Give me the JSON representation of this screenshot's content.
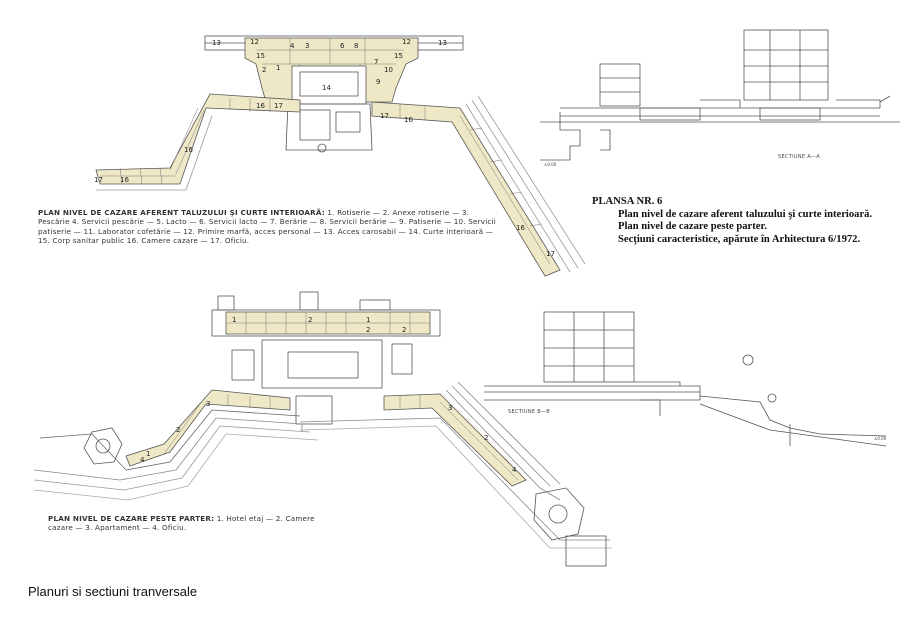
{
  "caption_top": {
    "title": "PLAN NIVEL DE CAZARE AFERENT TALUZULUI ŞI CURTE INTERIOARĂ:",
    "items_line": "1. Rotiserie — 2. Anexe rotiserie — 3. Pescărie 4. Servicii pescărie — 5. Lacto — 6. Servicii lacto — 7. Berărie — 8. Servicii berărie — 9. Patiserie — 10. Servicii patiserie — 11. Laborator cofetărie — 12. Primire marfă, acces personal — 13. Acces carosabil — 14. Curte interioară — 15. Corp sanitar public 16. Camere cazare — 17. Oficiu."
  },
  "caption_bottom": {
    "title": "PLAN NIVEL DE CAZARE PESTE PARTER:",
    "items_line": "1. Hotel etaj — 2. Camere cazare — 3. Apartament — 4. Oficiu."
  },
  "plansa": {
    "title": "PLANSA NR. 6",
    "line1": "Plan nivel de cazare aferent taluzului şi curte interioară.",
    "line2": "Plan nivel de cazare peste parter.",
    "line3": "Secţiuni caracteristice, apărute în Arhitectura 6/1972."
  },
  "section_labels": {
    "a": "SECTIUNE A—A",
    "b": "SECTIUNE B—B"
  },
  "footer": "Planuri si sectiuni tranversale",
  "colors": {
    "fill": "#efe8c6",
    "line": "#555555"
  }
}
